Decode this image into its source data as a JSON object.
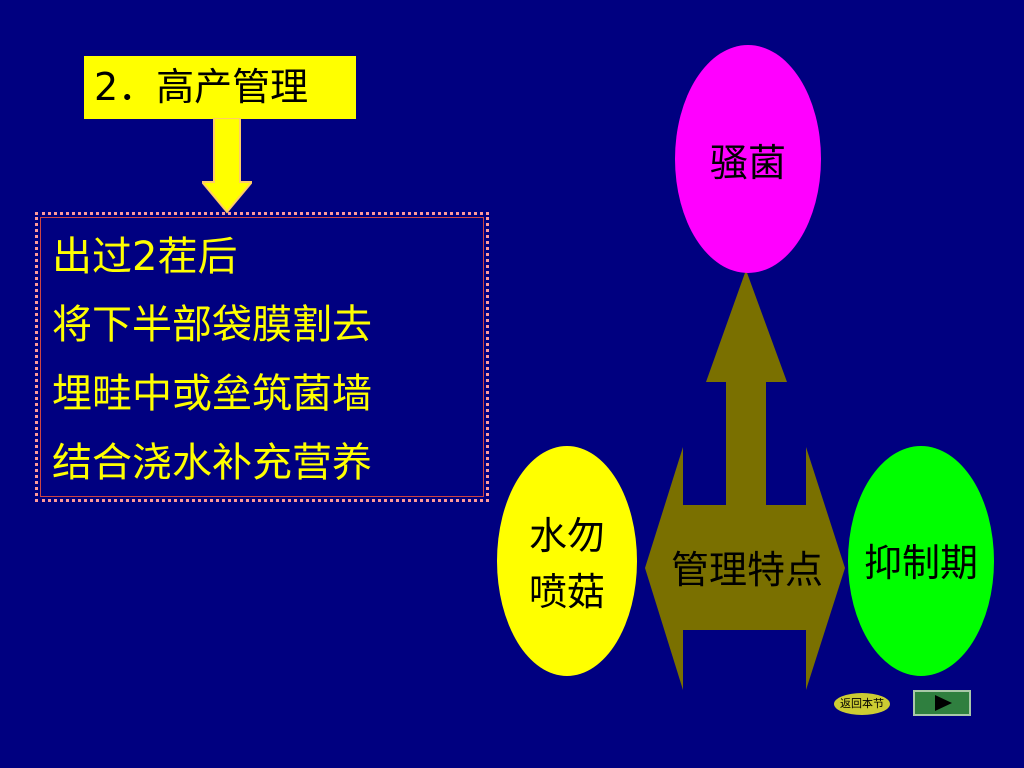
{
  "title": "2．高产管理",
  "text_box": {
    "lines": [
      "出过2茬后",
      "将下半部袋膜割去",
      "埋畦中或垒筑菌墙",
      "结合浇水补充营养"
    ]
  },
  "diagram": {
    "center_label": "管理特点",
    "top_node": "骚菌",
    "left_node_line1": "水勿",
    "left_node_line2": "喷菇",
    "right_node": "抑制期"
  },
  "nav": {
    "back_label": "返回本节"
  },
  "colors": {
    "background": "#000080",
    "title_bg": "#ffff00",
    "text": "#ffff00",
    "arrow": "#7a7000",
    "top_node": "#ff00ff",
    "left_node": "#ffff00",
    "right_node": "#00ff00"
  }
}
